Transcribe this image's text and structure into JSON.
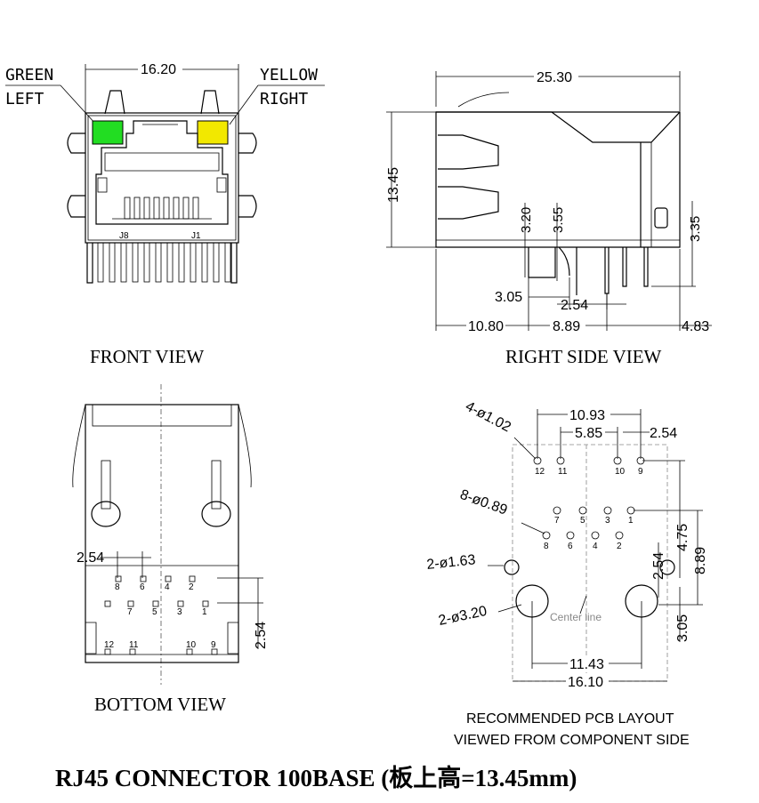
{
  "title": "RJ45 CONNECTOR  100BASE (板上高=13.45mm)",
  "front": {
    "view_label": "FRONT VIEW",
    "green_label": "GREEN",
    "left_label": "LEFT",
    "yellow_label": "YELLOW",
    "right_label": "RIGHT",
    "width_dim": "16.20",
    "pin_j8": "J8",
    "pin_j1": "J1",
    "led_green_color": "#22dd22",
    "led_yellow_color": "#f2e800"
  },
  "side": {
    "view_label": "RIGHT SIDE VIEW",
    "length_dim": "25.30",
    "height_dim": "13.45",
    "d_320": "3.20",
    "d_355": "3.55",
    "d_335": "3.35",
    "d_305": "3.05",
    "d_254": "2.54",
    "d_1080": "10.80",
    "d_889": "8.89",
    "d_483": "4.83"
  },
  "bottom": {
    "view_label": "BOTTOM VIEW",
    "d_254_h": "2.54",
    "d_254_v": "2.54",
    "pins_row1": [
      "8",
      "6",
      "4",
      "2"
    ],
    "pins_row2": [
      "7",
      "5",
      "3",
      "1"
    ],
    "pins_row3": [
      "12",
      "11",
      "10",
      "9"
    ]
  },
  "pcb": {
    "caption_line1": "RECOMMENDED PCB LAYOUT",
    "caption_line2": "VIEWED FROM COMPONENT SIDE",
    "d_1093": "10.93",
    "d_585": "5.85",
    "d_254_top": "2.54",
    "hole_4": "4-ø1.02",
    "hole_8": "8-ø0.89",
    "hole_2a": "2-ø1.63",
    "hole_2b": "2-ø3.20",
    "center_line": "Center line",
    "d_475": "4.75",
    "d_889": "8.89",
    "d_254_side": "2.54",
    "d_305": "3.05",
    "d_1143": "11.43",
    "d_1610": "16.10",
    "pins_top": [
      "12",
      "11",
      "10",
      "9"
    ],
    "pins_mid": [
      "7",
      "5",
      "3",
      "1"
    ],
    "pins_low": [
      "8",
      "6",
      "4",
      "2"
    ]
  }
}
